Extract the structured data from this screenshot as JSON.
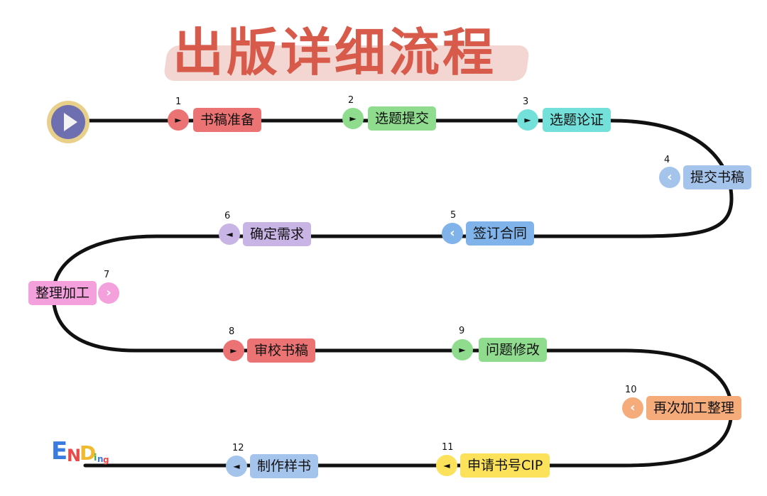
{
  "title": "出版详细流程",
  "start_icon": "play-icon",
  "ending_logo": {
    "letters": [
      "E",
      "N",
      "D",
      "i",
      "n",
      "g"
    ]
  },
  "steps": [
    {
      "num": "1",
      "label": "书稿准备",
      "color": "#ec7373",
      "arrow": "right"
    },
    {
      "num": "2",
      "label": "选题提交",
      "color": "#8fdc8f",
      "arrow": "right"
    },
    {
      "num": "3",
      "label": "选题论证",
      "color": "#74e0da",
      "arrow": "right"
    },
    {
      "num": "4",
      "label": "提交书稿",
      "color": "#a5c4ec",
      "arrow": "left"
    },
    {
      "num": "5",
      "label": "签订合同",
      "color": "#80b3ea",
      "arrow": "left"
    },
    {
      "num": "6",
      "label": "确定需求",
      "color": "#c9b4e6",
      "arrow": "left"
    },
    {
      "num": "7",
      "label": "整理加工",
      "color": "#f3a0dc",
      "arrow": "right"
    },
    {
      "num": "8",
      "label": "审校书稿",
      "color": "#ec7373",
      "arrow": "right"
    },
    {
      "num": "9",
      "label": "问题修改",
      "color": "#8fdc8f",
      "arrow": "right"
    },
    {
      "num": "10",
      "label": "再次加工整理",
      "color": "#f5ab7a",
      "arrow": "left"
    },
    {
      "num": "11",
      "label": "申请书号CIP",
      "color": "#fbe25a",
      "arrow": "left"
    },
    {
      "num": "12",
      "label": "制作样书",
      "color": "#a5c4ec",
      "arrow": "left"
    }
  ]
}
